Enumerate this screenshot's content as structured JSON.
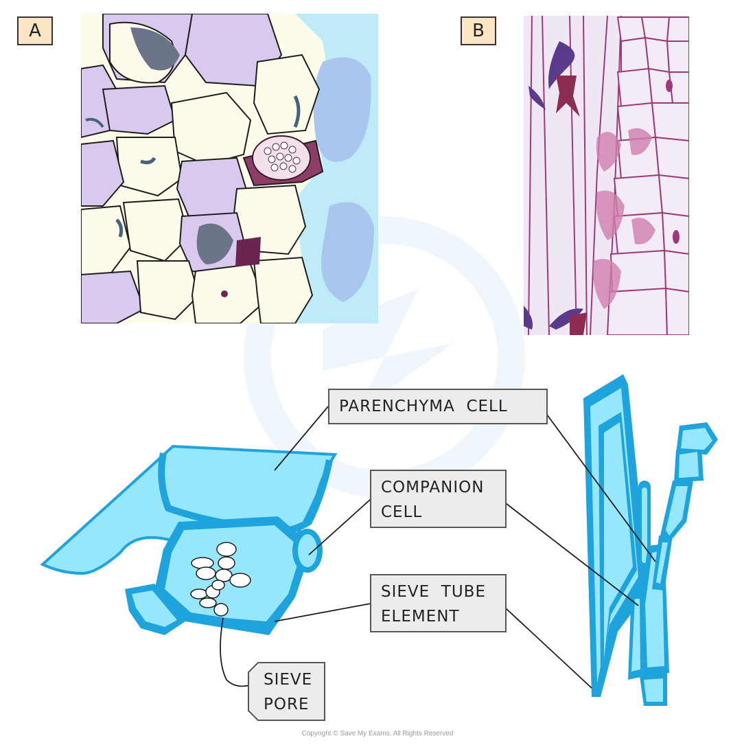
{
  "panels": {
    "a_label": "A",
    "b_label": "B"
  },
  "labels": {
    "parenchyma": "PARENCHYMA  CELL",
    "companion_line1": "COMPANION",
    "companion_line2": "CELL",
    "sieve_tube_line1": "SIEVE  TUBE",
    "sieve_tube_line2": "ELEMENT",
    "sieve_pore_line1": "SIEVE",
    "sieve_pore_line2": "PORE"
  },
  "copyright": "Copyright © Save My Exams. All Rights Reserved",
  "colors": {
    "diagram_fill": "#96e7fb",
    "diagram_wall": "#1fa3dc",
    "micrograph_a_bg": "#d9c9ee",
    "micrograph_b_bg": "#efe7f3",
    "stain_dark": "#7a2e54",
    "label_box": "#ececec",
    "panel_tag": "#fde6c4"
  }
}
